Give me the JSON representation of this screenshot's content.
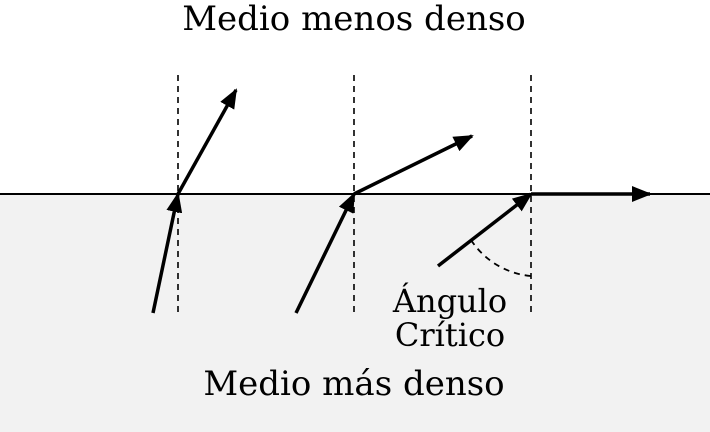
{
  "labels": {
    "less_dense": "Medio menos denso",
    "more_dense": "Medio más denso",
    "critical_angle_line1": "Ángulo",
    "critical_angle_line2": "Crítico"
  },
  "colors": {
    "dense_medium_fill": "#f2f2f2",
    "ink": "#000000"
  }
}
